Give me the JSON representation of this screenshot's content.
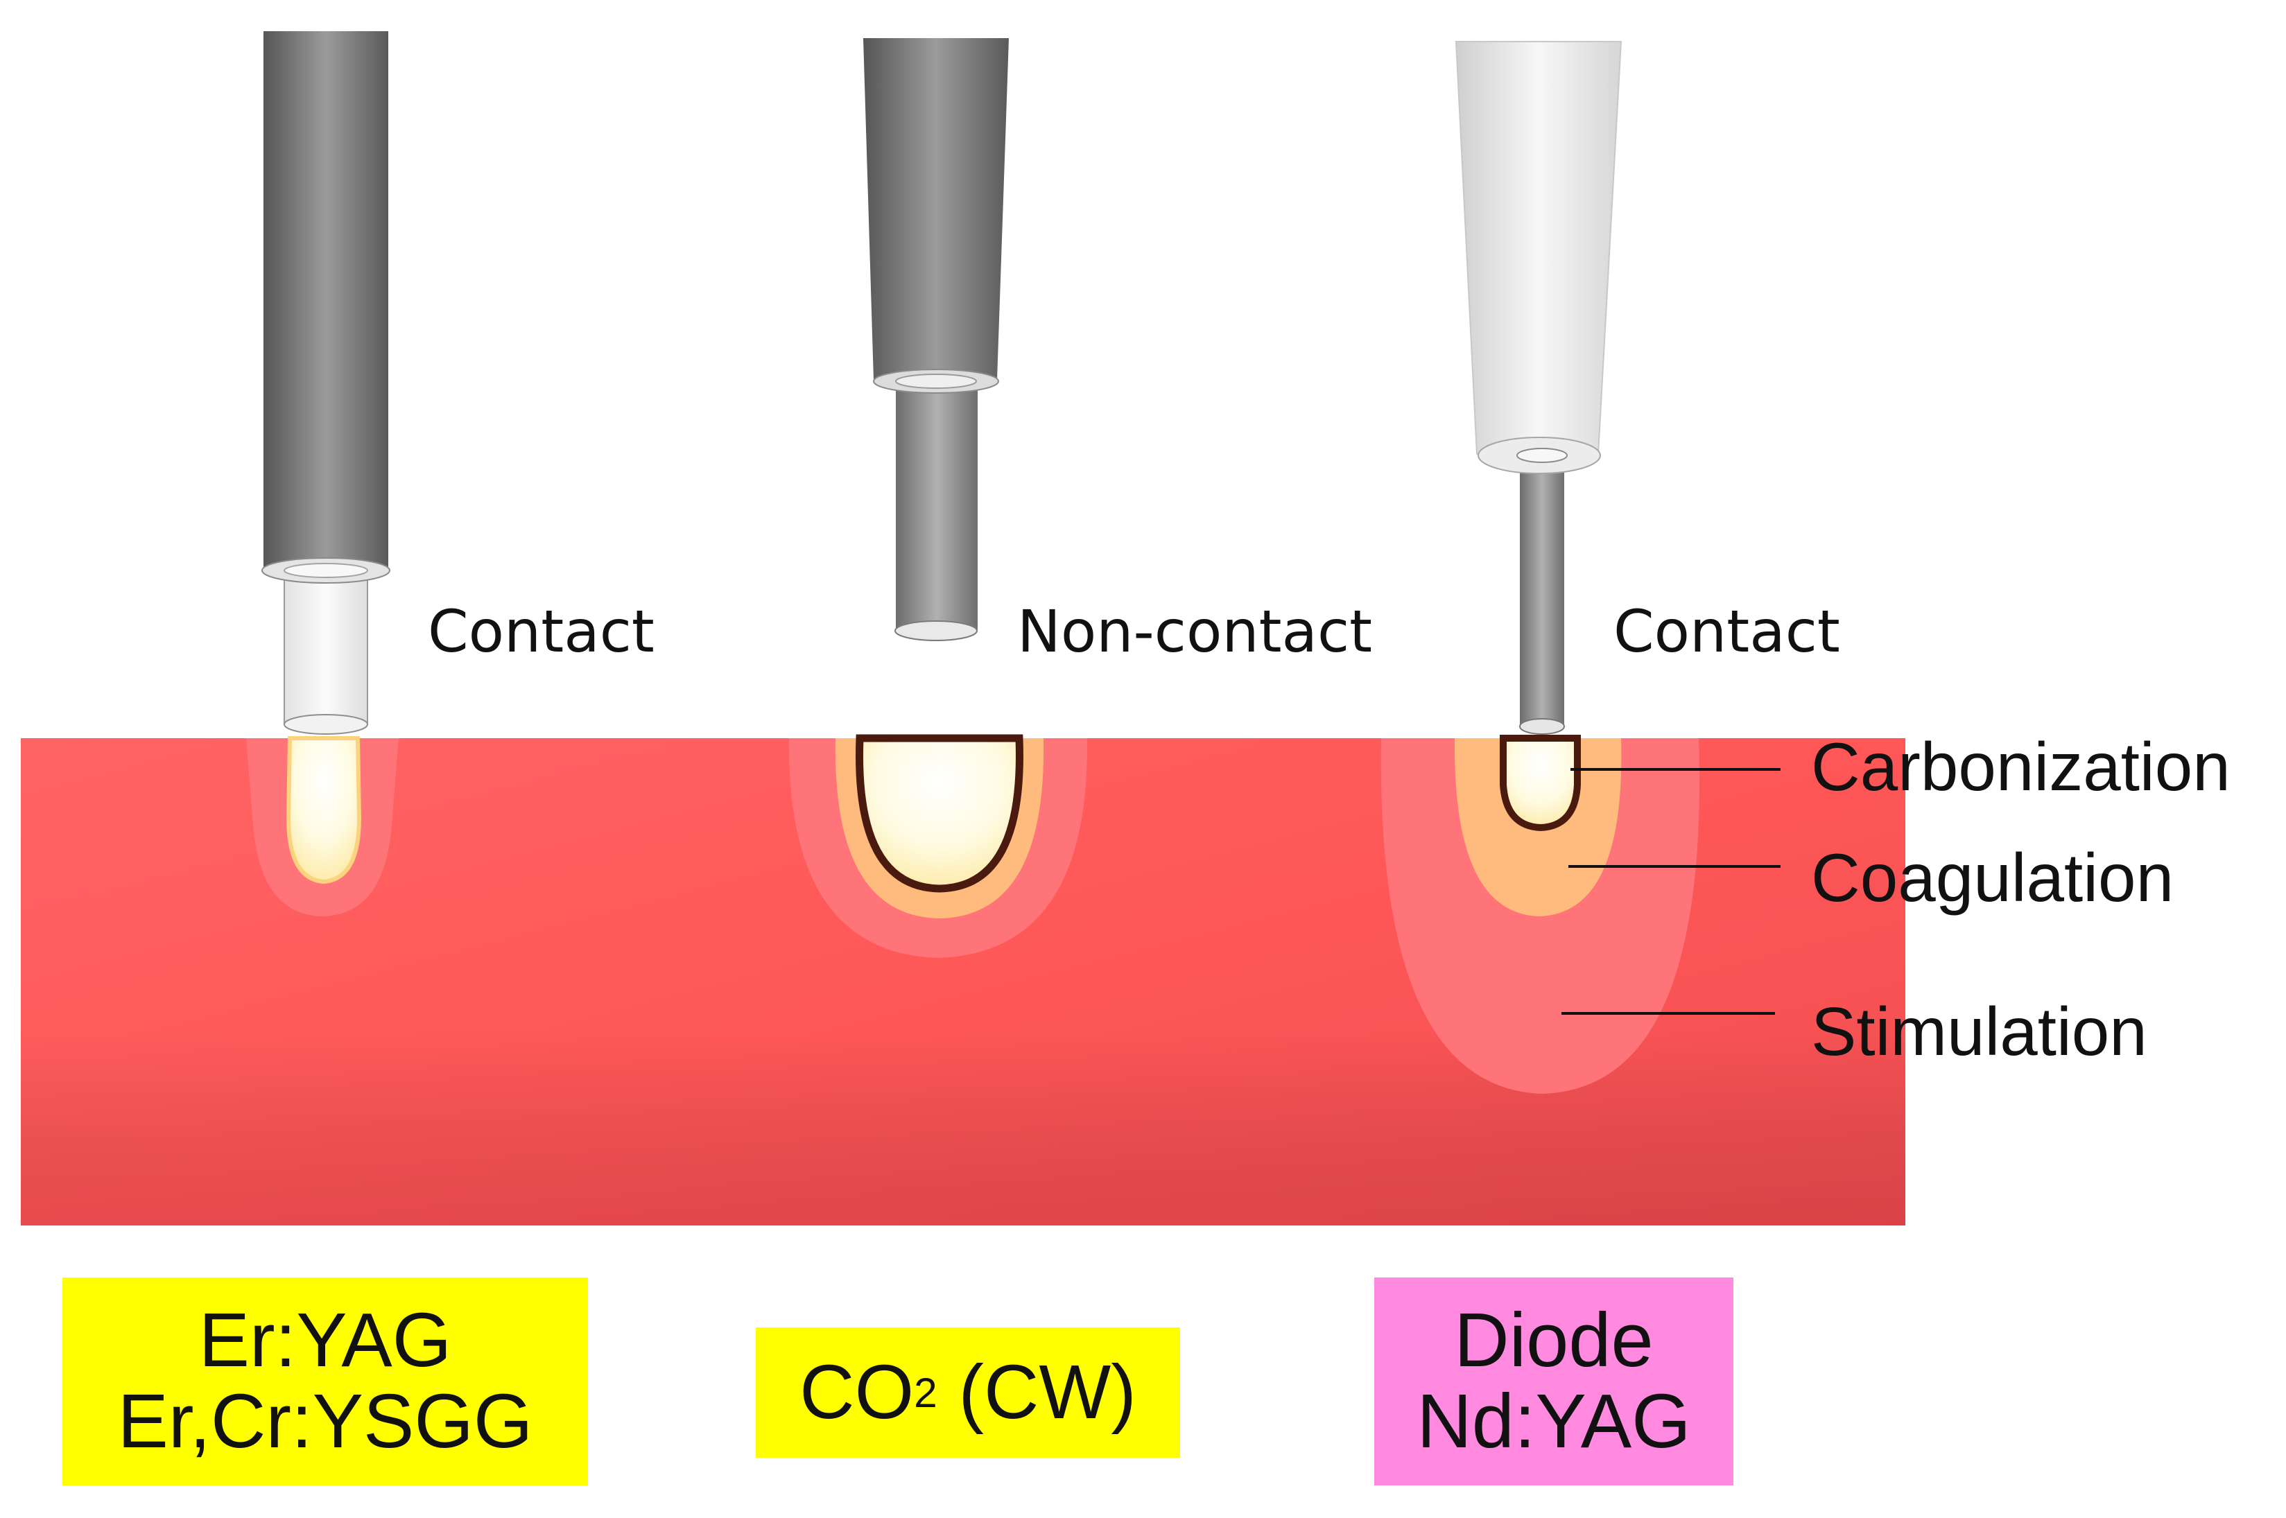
{
  "zones": {
    "carbonization": "Carbonization",
    "coagulation": "Coagulation",
    "stimulation": "Stimulation"
  },
  "tips": [
    {
      "mode": "Contact"
    },
    {
      "mode": "Non-contact"
    },
    {
      "mode": "Contact"
    }
  ],
  "lasers": {
    "erbium": {
      "line1": "Er:YAG",
      "line2": "Er,Cr:YSGG"
    },
    "co2": {
      "prefix": "CO",
      "subscript": "2",
      "suffix": " (CW)"
    },
    "diode": {
      "line1": "Diode",
      "line2": "Nd:YAG"
    }
  },
  "colors": {
    "tissue": "#ff5a5a",
    "stimulation_zone": "#ff7479",
    "coagulation_zone": "#ffbb7d",
    "carbonization_ring": "#4a1a0e",
    "hot_core": "#fffbe4",
    "label_yellow": "#ffff00",
    "label_pink": "#ff8ae0"
  }
}
